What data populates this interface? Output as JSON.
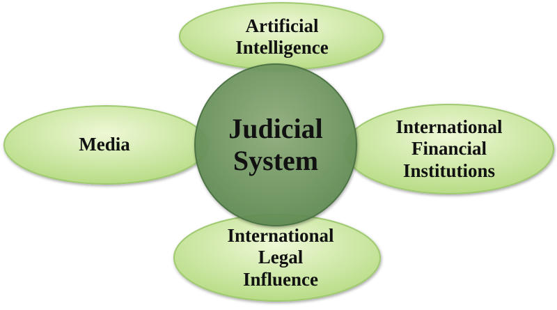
{
  "diagram": {
    "center": {
      "label": "Judicial\nSystem"
    },
    "petals": [
      {
        "id": "top",
        "label": "Artificial\nIntelligence"
      },
      {
        "id": "left",
        "label": "Media"
      },
      {
        "id": "right",
        "label": "International\nFinancial\nInstitutions"
      },
      {
        "id": "bottom",
        "label": "International\nLegal\nInfluence"
      }
    ],
    "colors": {
      "petal_fill_light": "#eef8d6",
      "petal_fill_dark": "#b8dc86",
      "petal_stroke": "#9fca70",
      "center_fill_light": "#8fae7c",
      "center_fill_dark": "#5f8a52",
      "center_stroke": "#4e7445"
    }
  }
}
